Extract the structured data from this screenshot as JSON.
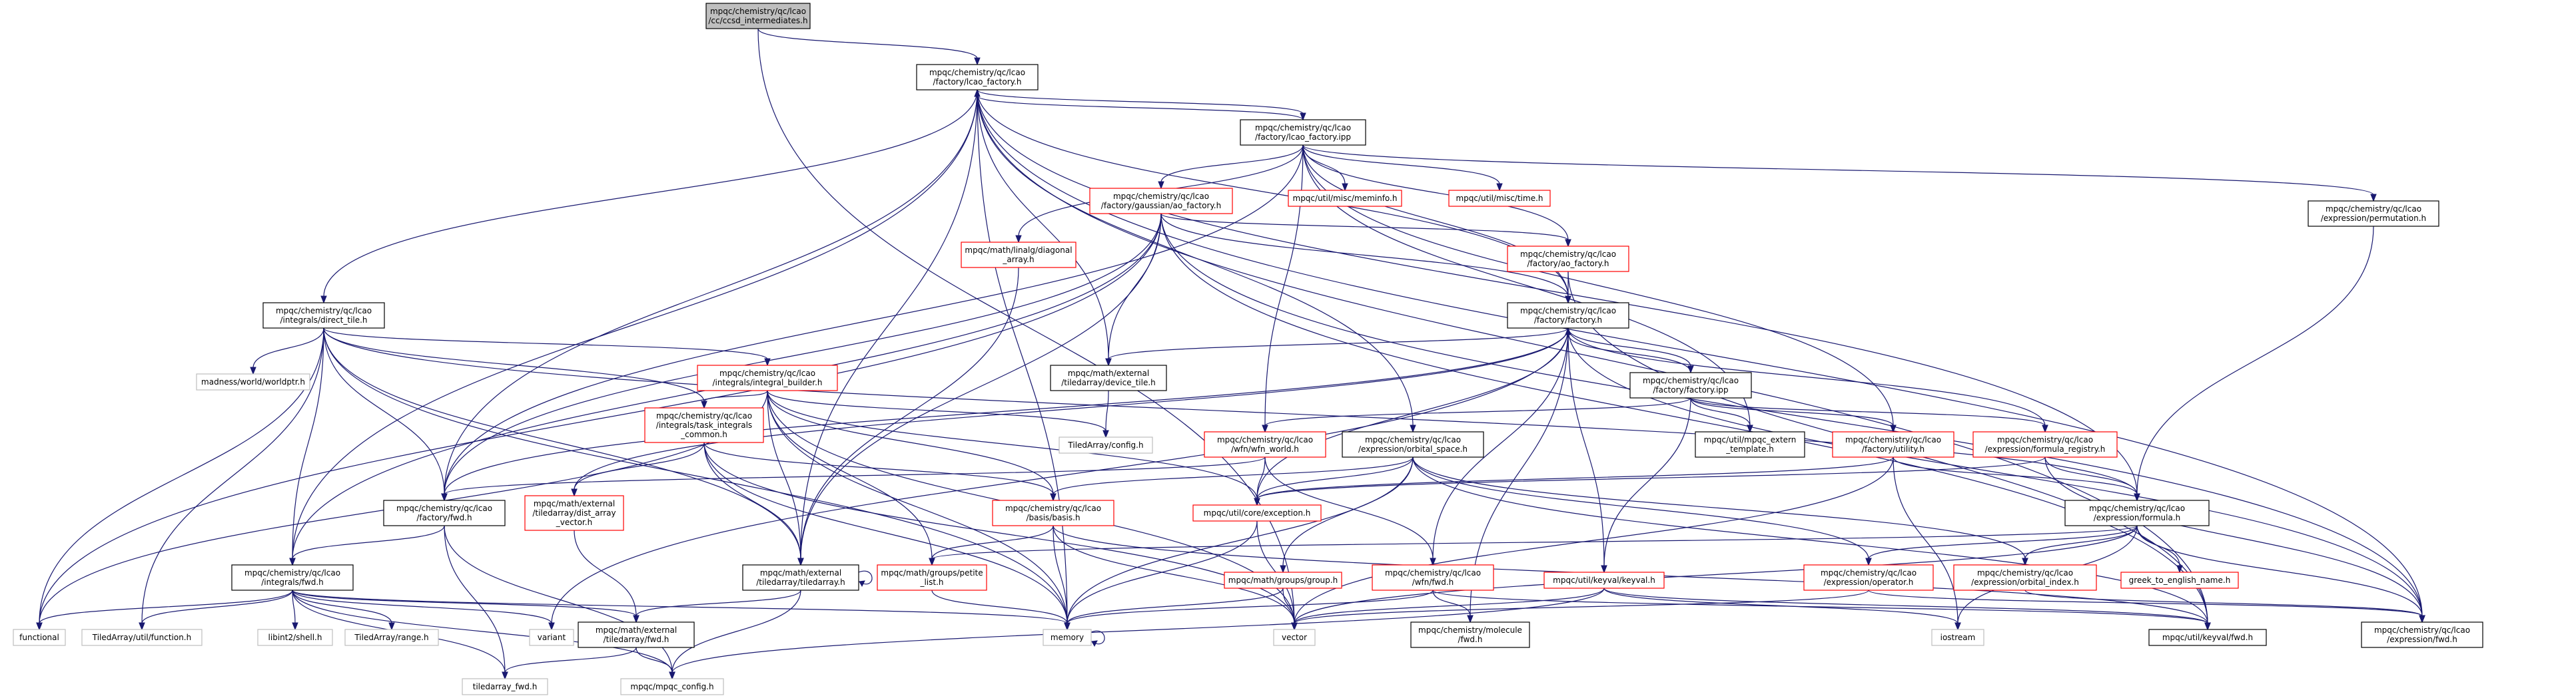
{
  "graph": {
    "colors": {
      "root_fill": "#bfbfbf",
      "resolved_border": "#000000",
      "unresolved_border": "#ff0000",
      "external_border": "#bfbfbf",
      "external_text": "#404040",
      "edge": "#191970"
    },
    "nodes": {
      "ccsd_intermediates": {
        "lines": [
          "mpqc/chemistry/qc/lcao",
          "/cc/ccsd_intermediates.h"
        ],
        "kind": "root"
      },
      "lcao_factory_h": {
        "lines": [
          "mpqc/chemistry/qc/lcao",
          "/factory/lcao_factory.h"
        ],
        "kind": "normal"
      },
      "lcao_factory_ipp": {
        "lines": [
          "mpqc/chemistry/qc/lcao",
          "/factory/lcao_factory.ipp"
        ],
        "kind": "normal"
      },
      "ao_factory_gauss": {
        "lines": [
          "mpqc/chemistry/qc/lcao",
          "/factory/gaussian/ao_factory.h"
        ],
        "kind": "red"
      },
      "meminfo": {
        "lines": [
          "mpqc/util/misc/meminfo.h"
        ],
        "kind": "red"
      },
      "time_h": {
        "lines": [
          "mpqc/util/misc/time.h"
        ],
        "kind": "red"
      },
      "permutation": {
        "lines": [
          "mpqc/chemistry/qc/lcao",
          "/expression/permutation.h"
        ],
        "kind": "normal"
      },
      "diagonal_array": {
        "lines": [
          "mpqc/math/linalg/diagonal",
          "_array.h"
        ],
        "kind": "red"
      },
      "ao_factory": {
        "lines": [
          "mpqc/chemistry/qc/lcao",
          "/factory/ao_factory.h"
        ],
        "kind": "red"
      },
      "factory_h": {
        "lines": [
          "mpqc/chemistry/qc/lcao",
          "/factory/factory.h"
        ],
        "kind": "normal"
      },
      "direct_tile": {
        "lines": [
          "mpqc/chemistry/qc/lcao",
          "/integrals/direct_tile.h"
        ],
        "kind": "normal"
      },
      "worldptr": {
        "lines": [
          "madness/world/worldptr.h"
        ],
        "kind": "ext"
      },
      "integral_builder": {
        "lines": [
          "mpqc/chemistry/qc/lcao",
          "/integrals/integral_builder.h"
        ],
        "kind": "red"
      },
      "device_tile": {
        "lines": [
          "mpqc/math/external",
          "/tiledarray/device_tile.h"
        ],
        "kind": "normal"
      },
      "factory_ipp": {
        "lines": [
          "mpqc/chemistry/qc/lcao",
          "/factory/factory.ipp"
        ],
        "kind": "normal"
      },
      "ta_config": {
        "lines": [
          "TiledArray/config.h"
        ],
        "kind": "ext"
      },
      "task_integrals": {
        "lines": [
          "mpqc/chemistry/qc/lcao",
          "/integrals/task_integrals",
          "_common.h"
        ],
        "kind": "red"
      },
      "wfn_world": {
        "lines": [
          "mpqc/chemistry/qc/lcao",
          "/wfn/wfn_world.h"
        ],
        "kind": "red"
      },
      "orbital_space": {
        "lines": [
          "mpqc/chemistry/qc/lcao",
          "/expression/orbital_space.h"
        ],
        "kind": "normal"
      },
      "mpqc_extern": {
        "lines": [
          "mpqc/util/mpqc_extern",
          "_template.h"
        ],
        "kind": "normal"
      },
      "utility": {
        "lines": [
          "mpqc/chemistry/qc/lcao",
          "/factory/utility.h"
        ],
        "kind": "red"
      },
      "formula_registry": {
        "lines": [
          "mpqc/chemistry/qc/lcao",
          "/expression/formula_registry.h"
        ],
        "kind": "red"
      },
      "factory_fwd": {
        "lines": [
          "mpqc/chemistry/qc/lcao",
          "/factory/fwd.h"
        ],
        "kind": "normal"
      },
      "dist_array": {
        "lines": [
          "mpqc/math/external",
          "/tiledarray/dist_array",
          "_vector.h"
        ],
        "kind": "red"
      },
      "basis_h": {
        "lines": [
          "mpqc/chemistry/qc/lcao",
          "/basis/basis.h"
        ],
        "kind": "red"
      },
      "exception": {
        "lines": [
          "mpqc/util/core/exception.h"
        ],
        "kind": "red"
      },
      "formula_h": {
        "lines": [
          "mpqc/chemistry/qc/lcao",
          "/expression/formula.h"
        ],
        "kind": "normal"
      },
      "integrals_fwd": {
        "lines": [
          "mpqc/chemistry/qc/lcao",
          "/integrals/fwd.h"
        ],
        "kind": "normal"
      },
      "tiledarray_h": {
        "lines": [
          "mpqc/math/external",
          "/tiledarray/tiledarray.h"
        ],
        "kind": "normal"
      },
      "petite_list": {
        "lines": [
          "mpqc/math/groups/petite",
          "_list.h"
        ],
        "kind": "red"
      },
      "group_h": {
        "lines": [
          "mpqc/math/groups/group.h"
        ],
        "kind": "red"
      },
      "wfn_fwd": {
        "lines": [
          "mpqc/chemistry/qc/lcao",
          "/wfn/fwd.h"
        ],
        "kind": "red"
      },
      "keyval_h": {
        "lines": [
          "mpqc/util/keyval/keyval.h"
        ],
        "kind": "red"
      },
      "operator_h": {
        "lines": [
          "mpqc/chemistry/qc/lcao",
          "/expression/operator.h"
        ],
        "kind": "red"
      },
      "orbital_index": {
        "lines": [
          "mpqc/chemistry/qc/lcao",
          "/expression/orbital_index.h"
        ],
        "kind": "red"
      },
      "greek": {
        "lines": [
          "greek_to_english_name.h"
        ],
        "kind": "red"
      },
      "functional": {
        "lines": [
          "functional"
        ],
        "kind": "ext"
      },
      "ta_function": {
        "lines": [
          "TiledArray/util/function.h"
        ],
        "kind": "ext"
      },
      "libint2": {
        "lines": [
          "libint2/shell.h"
        ],
        "kind": "ext"
      },
      "ta_range": {
        "lines": [
          "TiledArray/range.h"
        ],
        "kind": "ext"
      },
      "variant": {
        "lines": [
          "variant"
        ],
        "kind": "ext"
      },
      "ext_fwd": {
        "lines": [
          "mpqc/math/external",
          "/tiledarray/fwd.h"
        ],
        "kind": "normal"
      },
      "memory": {
        "lines": [
          "memory"
        ],
        "kind": "ext"
      },
      "vector": {
        "lines": [
          "vector"
        ],
        "kind": "ext"
      },
      "molecule_fwd": {
        "lines": [
          "mpqc/chemistry/molecule",
          "/fwd.h"
        ],
        "kind": "normal"
      },
      "iostream": {
        "lines": [
          "iostream"
        ],
        "kind": "ext"
      },
      "keyval_fwd": {
        "lines": [
          "mpqc/util/keyval/fwd.h"
        ],
        "kind": "normal"
      },
      "expr_fwd": {
        "lines": [
          "mpqc/chemistry/qc/lcao",
          "/expression/fwd.h"
        ],
        "kind": "normal"
      },
      "tiledarray_fwd": {
        "lines": [
          "tiledarray_fwd.h"
        ],
        "kind": "ext"
      },
      "mpqc_config": {
        "lines": [
          "mpqc/mpqc_config.h"
        ],
        "kind": "ext"
      }
    }
  }
}
